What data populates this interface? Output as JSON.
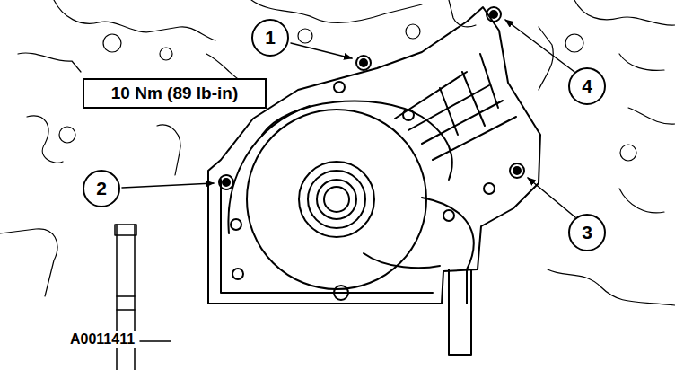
{
  "diagram": {
    "nodes": [
      {
        "text": [
          "1"
        ]
      },
      {
        "text": [
          "4"
        ]
      },
      {
        "text": [
          "10 Nm (89 lb-in)"
        ]
      },
      {
        "text": [
          "2"
        ]
      },
      {
        "text": [
          "3"
        ]
      }
    ],
    "labels": [
      "A0011411"
    ]
  }
}
